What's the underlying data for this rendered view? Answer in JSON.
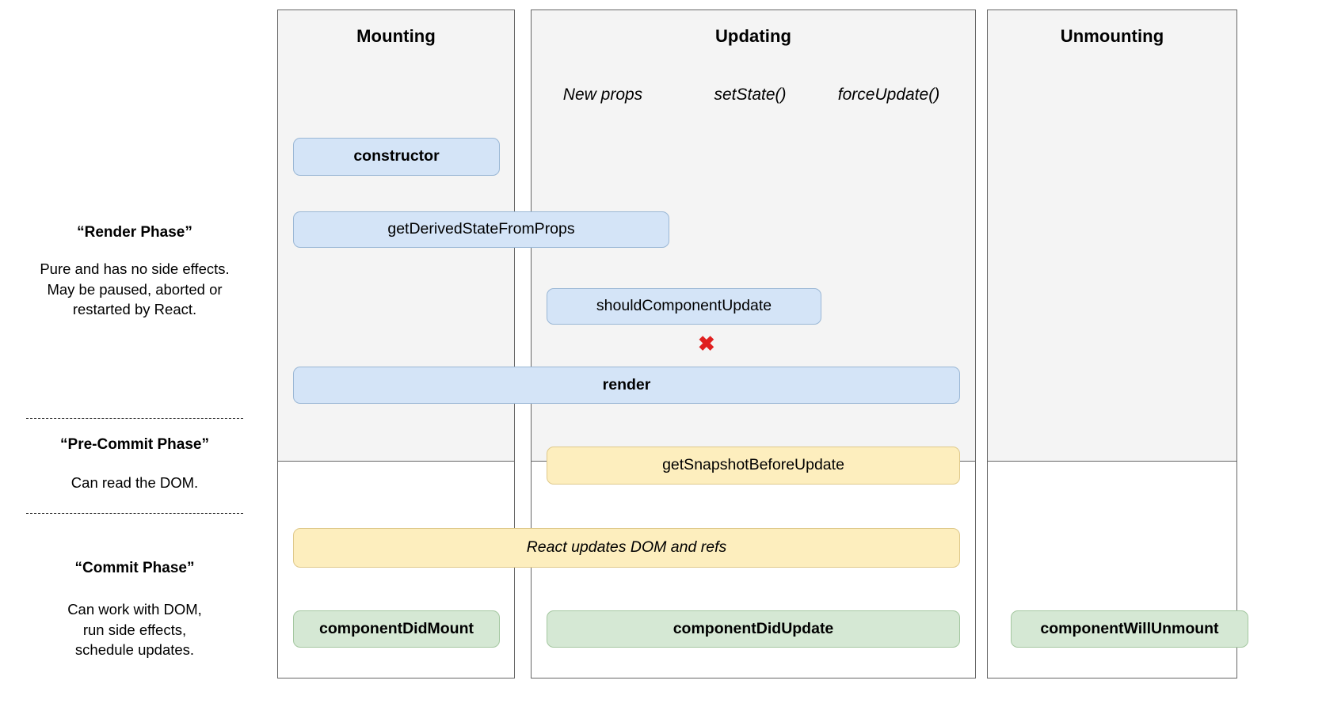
{
  "diagram": {
    "title": "React component lifecycle diagram",
    "colors": {
      "render_phase_fill": "#f4f4f4",
      "commit_phase_fill": "#ffffff",
      "blue_fill": "#d4e4f7",
      "blue_stroke": "#9ab7d5",
      "yellow_fill": "#fdeebe",
      "yellow_stroke": "#dfc98b",
      "green_fill": "#d5e8d4",
      "green_stroke": "#a4c7a0",
      "panel_stroke": "#666666",
      "x_mark": "#e02020",
      "arrow": "#222222"
    }
  },
  "legend": {
    "phases": [
      {
        "title": "“Render Phase”",
        "body": "Pure and has no side effects.\nMay be paused, aborted or\nrestarted by React."
      },
      {
        "title": "“Pre-Commit Phase”",
        "body": "Can read the DOM."
      },
      {
        "title": "“Commit Phase”",
        "body": "Can work with DOM,\nrun side effects,\nschedule updates."
      }
    ]
  },
  "columns": [
    {
      "id": "mounting",
      "title": "Mounting"
    },
    {
      "id": "updating",
      "title": "Updating"
    },
    {
      "id": "unmounting",
      "title": "Unmounting"
    }
  ],
  "triggers": [
    {
      "label": "New props"
    },
    {
      "label": "setState()"
    },
    {
      "label": "forceUpdate()"
    }
  ],
  "boxes": {
    "constructor": {
      "label": "constructor",
      "color": "blue"
    },
    "get_derived_state_from_props": {
      "label": "getDerivedStateFromProps",
      "color": "blue"
    },
    "should_component_update": {
      "label": "shouldComponentUpdate",
      "color": "blue"
    },
    "render": {
      "label": "render",
      "color": "blue"
    },
    "get_snapshot_before_update": {
      "label": "getSnapshotBeforeUpdate",
      "color": "yellow"
    },
    "react_updates_dom": {
      "label": "React updates DOM and refs",
      "color": "yellow"
    },
    "component_did_mount": {
      "label": "componentDidMount",
      "color": "green"
    },
    "component_did_update": {
      "label": "componentDidUpdate",
      "color": "green"
    },
    "component_will_unmount": {
      "label": "componentWillUnmount",
      "color": "green"
    }
  },
  "markers": {
    "skip_render_x": "✖"
  }
}
